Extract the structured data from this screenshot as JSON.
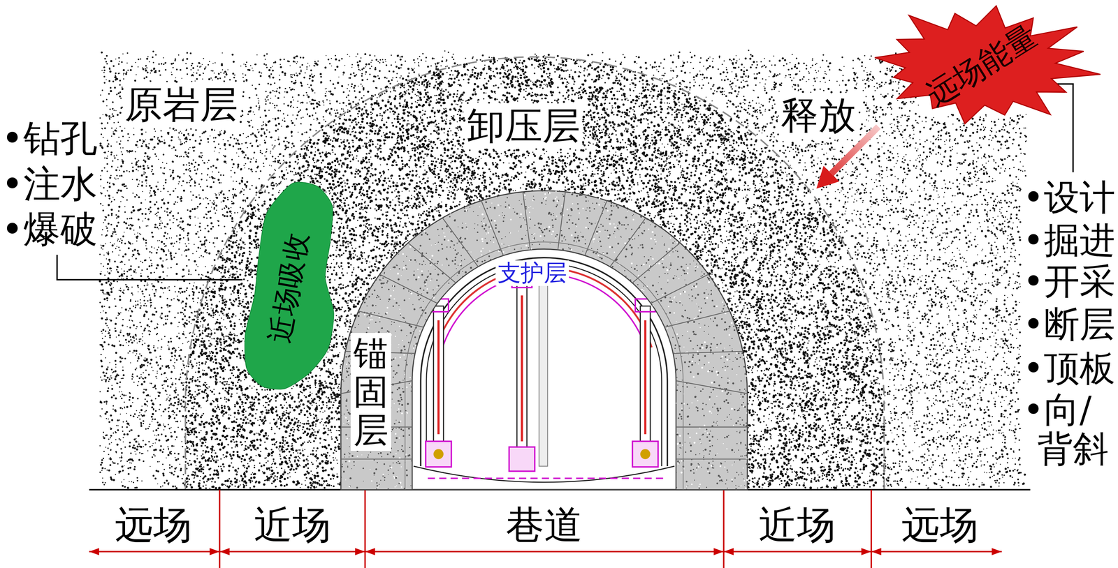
{
  "diagram": {
    "nodes": [
      {
        "text": [
          "远场能量"
        ]
      },
      {
        "text": [
          "近场吸收"
        ]
      },
      {
        "text": [
          "锚固层"
        ]
      }
    ],
    "labels": [
      "原岩层",
      "卸压层",
      "释放",
      "支护层",
      "•钻孔",
      "•注水",
      "•爆破",
      "•设计",
      "•掘进",
      "•开采",
      "•断层",
      "•顶板",
      "•向/背斜",
      "远场",
      "近场",
      "巷道",
      "近场",
      "远场"
    ]
  }
}
